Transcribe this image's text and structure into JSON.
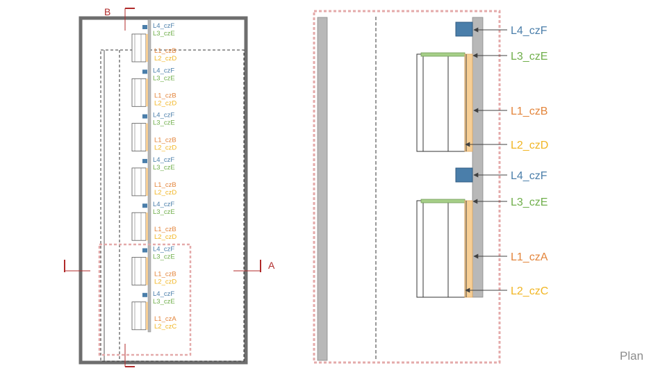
{
  "colors": {
    "L4": "#4a7eaa",
    "L3": "#6fae4a",
    "L1": "#e3843a",
    "L2": "#f1b522",
    "wall": "#6e6e6e",
    "wall_fill": "#b8b8b8",
    "section": "#b02a2a",
    "detail_frame": "#e4aaaa",
    "cabinet_strip": "#f7cf95"
  },
  "section_marks": {
    "b": "B",
    "a": "A"
  },
  "overview": {
    "modules": [
      {
        "labels": [
          "L4_czF",
          "L3_czE",
          "L1_czB",
          "L2_czD"
        ]
      },
      {
        "labels": [
          "L4_czF",
          "L3_czE",
          "L1_czB",
          "L2_czD"
        ]
      },
      {
        "labels": [
          "L4_czF",
          "L3_czE",
          "L1_czB",
          "L2_czD"
        ]
      },
      {
        "labels": [
          "L4_czF",
          "L3_czE",
          "L1_czB",
          "L2_czD"
        ]
      },
      {
        "labels": [
          "L4_czF",
          "L3_czE",
          "L1_czB",
          "L2_czD"
        ]
      },
      {
        "labels": [
          "L4_czF",
          "L3_czE",
          "L1_czB",
          "L2_czD"
        ]
      },
      {
        "labels": [
          "L4_czF",
          "L3_czE",
          "L1_czA",
          "L2_czC"
        ]
      }
    ]
  },
  "detail": {
    "labels": [
      {
        "key": "L4",
        "text": "L4_czF"
      },
      {
        "key": "L3",
        "text": "L3_czE"
      },
      {
        "key": "L1",
        "text": "L1_czB"
      },
      {
        "key": "L2",
        "text": "L2_czD"
      },
      {
        "key": "L4",
        "text": "L4_czF"
      },
      {
        "key": "L3",
        "text": "L3_czE"
      },
      {
        "key": "L1",
        "text": "L1_czA"
      },
      {
        "key": "L2",
        "text": "L2_czC"
      }
    ]
  },
  "caption": "Plan"
}
